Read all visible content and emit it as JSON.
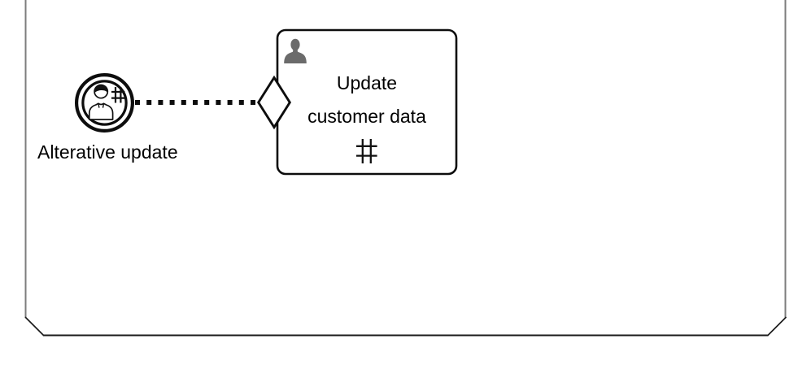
{
  "colors": {
    "background": "#ffffff",
    "shape_stroke": "#0d0d0d",
    "task_icon_gray": "#6b6b6b",
    "frame_side_gray": "#7d7d7d",
    "frame_bottom_dark": "#1a1a1a"
  },
  "event": {
    "label": "Alterative update",
    "icons": [
      "user-icon",
      "hash-icon"
    ]
  },
  "connection": {
    "style": "dotted"
  },
  "task": {
    "label_line1": "Update",
    "label_line2": "customer data",
    "icons": [
      "user-silhouette-icon",
      "hash-marker-icon"
    ]
  }
}
